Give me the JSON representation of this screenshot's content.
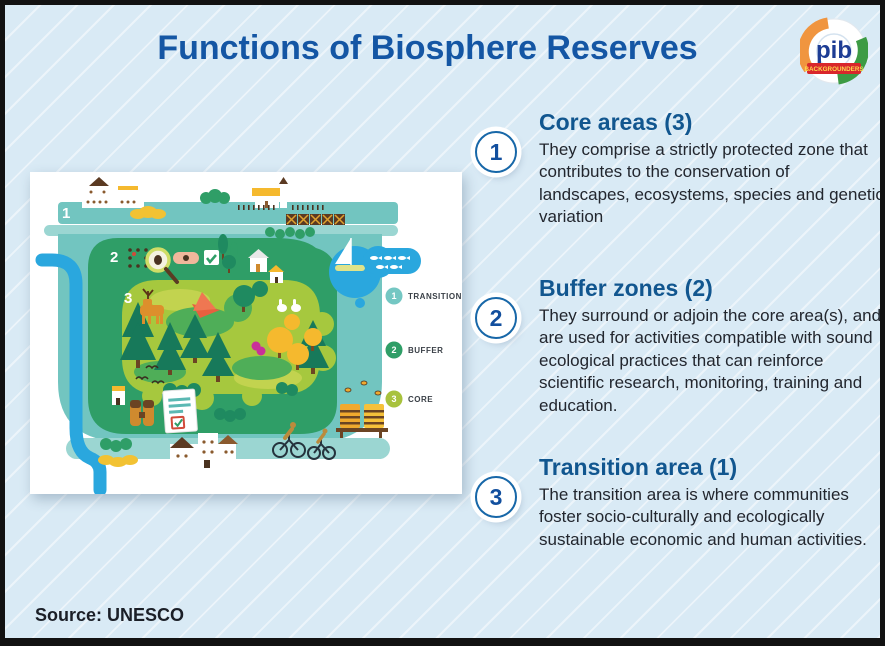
{
  "title": "Functions of Biosphere Reserves",
  "logo": {
    "name": "pib",
    "banner": "BACKGROUNDERS"
  },
  "sections": [
    {
      "number": "1",
      "heading": "Core areas (3)",
      "body": "They comprise a strictly protected zone that contributes to the conservation of landscapes, ecosystems, species and genetic variation"
    },
    {
      "number": "2",
      "heading": "Buffer zones (2)",
      "body": "They surround or adjoin the core area(s), and are used for activities compatible with sound ecological practices that can reinforce scientific research, monitoring, training and education."
    },
    {
      "number": "3",
      "heading": "Transition area (1)",
      "body": "The transition area is where communities foster socio-culturally and ecologically sustainable economic and human activities."
    }
  ],
  "illustration": {
    "zones": [
      {
        "number": "1",
        "name": "transition"
      },
      {
        "number": "2",
        "name": "buffer"
      },
      {
        "number": "3",
        "name": "core"
      }
    ],
    "legend": [
      {
        "number": "1",
        "label": "TRANSITION",
        "color": "#74c7c3"
      },
      {
        "number": "2",
        "label": "BUFFER",
        "color": "#2f9e67"
      },
      {
        "number": "3",
        "label": "CORE",
        "color": "#a8c23d"
      }
    ]
  },
  "source": "Source: UNESCO",
  "colors": {
    "title_blue": "#1456a4",
    "heading_blue": "#11568f",
    "body_text": "#22262e",
    "background": "#d9eaf5",
    "transition_teal": "#72c5c0",
    "buffer_green": "#2f9e67",
    "core_green": "#a6c83e",
    "water_blue": "#2aa7de",
    "border_black": "#121212"
  }
}
